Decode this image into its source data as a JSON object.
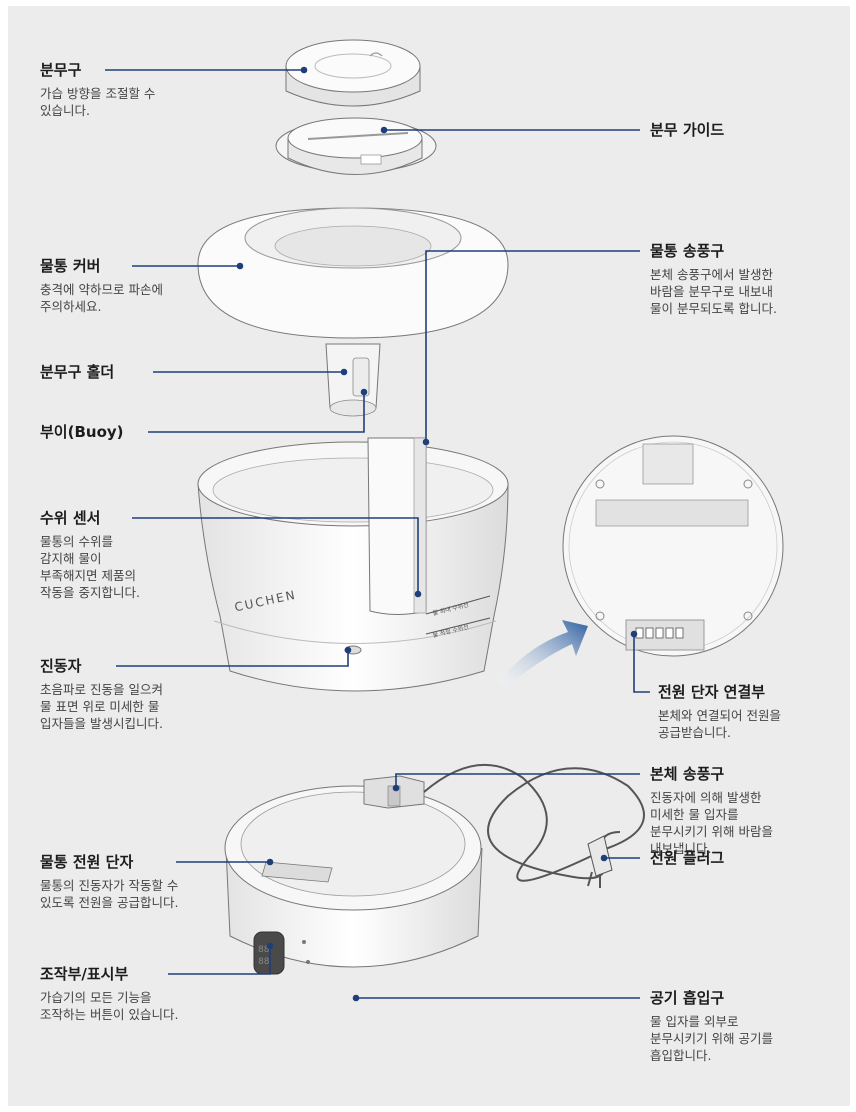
{
  "labels": {
    "nozzle": {
      "title": "분무구",
      "desc": "가습 방향을 조절할 수\n있습니다."
    },
    "nozzle_guide": {
      "title": "분무 가이드"
    },
    "tank_cover": {
      "title": "물통 커버",
      "desc": "충격에 약하므로 파손에\n주의하세요."
    },
    "tank_duct": {
      "title": "물통 송풍구",
      "desc": "본체 송풍구에서 발생한\n바람을 분무구로 내보내\n물이 분무되도록 합니다."
    },
    "nozzle_holder": {
      "title": "분무구 홀더"
    },
    "buoy": {
      "title": "부이(Buoy)"
    },
    "level_sensor": {
      "title": "수위 센서",
      "desc": "물통의 수위를\n감지해 물이\n부족해지면 제품의\n작동을 중지합니다."
    },
    "vibrator": {
      "title": "진동자",
      "desc": "초음파로 진동을 일으켜\n물 표면 위로 미세한 물\n입자들을 발생시킵니다."
    },
    "power_terminal_connector": {
      "title": "전원 단자 연결부",
      "desc": "본체와 연결되어 전원을\n공급받습니다."
    },
    "body_duct": {
      "title": "본체 송풍구",
      "desc": "진동자에 의해 발생한\n미세한 물 입자를\n분무시키기 위해 바람을\n내보냅니다."
    },
    "tank_power_terminal": {
      "title": "물통 전원 단자",
      "desc": "물통의 진동자가 작동할 수\n있도록 전원을 공급합니다."
    },
    "power_plug": {
      "title": "전원 플러그"
    },
    "control_panel": {
      "title": "조작부/표시부",
      "desc": "가습기의 모든 기능을\n조작하는 버튼이 있습니다."
    },
    "air_inlet": {
      "title": "공기 흡입구",
      "desc": "물 입자를 외부로\n분무시키기 위해 공기를\n흡입합니다."
    }
  },
  "product": {
    "brand_logo": "CUCHEN",
    "scale_max": "물 최대 수위선",
    "scale_min": "물 적정 수위선"
  },
  "colors": {
    "background": "#ececec",
    "leader_line": "#1f3f7a",
    "arrow": "#2a5d9f"
  }
}
